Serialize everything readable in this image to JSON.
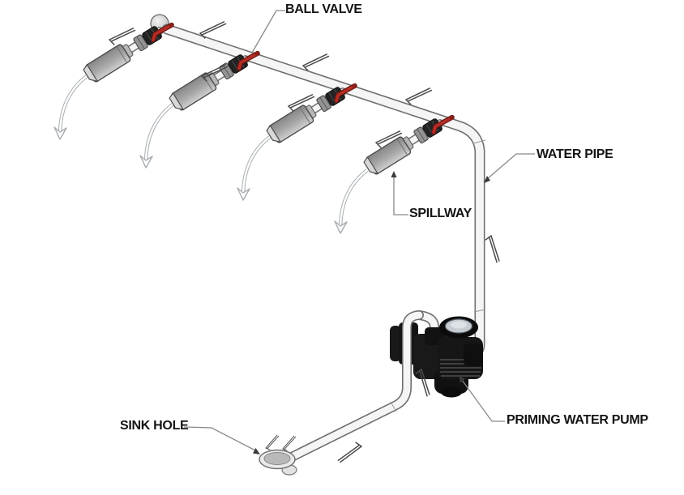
{
  "diagram": {
    "title": "Priming water pump piping system",
    "background": "#ffffff",
    "labels": {
      "ball_valve": "BALL VALVE",
      "water_pipe": "WATER PIPE",
      "spillway": "SPILLWAY",
      "sink_hole": "SINK HOLE",
      "priming_water_pump": "PRIMING WATER PUMP"
    },
    "components": {
      "spillway_count": 4,
      "ball_valve_count": 4,
      "water_jet_count": 4,
      "flow_arrow_count": 12
    },
    "colors": {
      "pipe_fill": "#f5f5f5",
      "pipe_outline": "#6f6f6f",
      "valve_handle_red": "#b42d24",
      "valve_body": "#232323",
      "nozzle_gray": "#a6a6a6",
      "pump_black": "#161616",
      "strainer_lid": "#c6ccd1",
      "water_jet": "#a7adb1",
      "leader_line": "#8a8a8a",
      "flow_arrow": "#4a4a4a",
      "label_text": "#141414",
      "background": "#ffffff"
    }
  }
}
